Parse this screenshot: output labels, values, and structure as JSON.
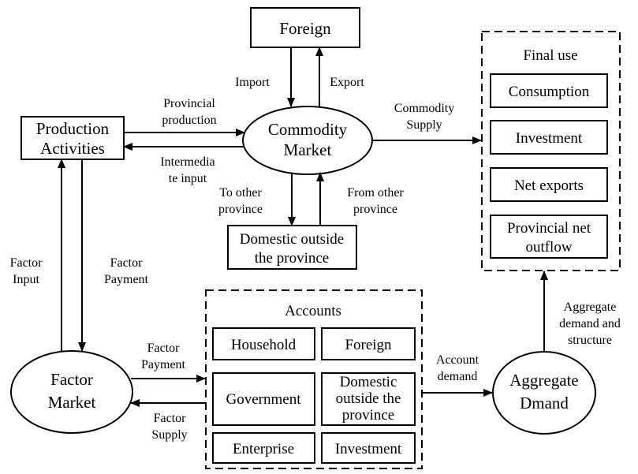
{
  "nodes": {
    "foreign_top": "Foreign",
    "commodity_market": [
      "Commodity",
      "Market"
    ],
    "production_activities": [
      "Production",
      "Activities"
    ],
    "domestic_outside": [
      "Domestic outside",
      "the province"
    ],
    "factor_market": [
      "Factor",
      "Market"
    ],
    "aggregate_demand": [
      "Aggregate",
      "Dmand"
    ],
    "final_use": {
      "title": "Final use",
      "items": [
        "Consumption",
        "Investment",
        "Net exports",
        [
          "Provincial net",
          "outflow"
        ]
      ]
    },
    "accounts": {
      "title": "Accounts",
      "household": "Household",
      "foreign": "Foreign",
      "government": "Government",
      "domestic_outside": [
        "Domestic",
        "outside the",
        "province"
      ],
      "enterprise": "Enterprise",
      "investment": "Investment"
    }
  },
  "flow_labels": {
    "import": "Import",
    "export": "Export",
    "provincial_production": [
      "Provincial",
      "production"
    ],
    "intermediate_input": [
      "Intermedia",
      "te input"
    ],
    "commodity_supply": [
      "Commodity",
      "Supply"
    ],
    "to_other_province": [
      "To other",
      "province"
    ],
    "from_other_province": [
      "From other",
      "province"
    ],
    "factor_input": [
      "Factor",
      "Input"
    ],
    "factor_payment_vertical": [
      "Factor",
      "Payment"
    ],
    "factor_payment_horizontal": [
      "Factor",
      "Payment"
    ],
    "factor_supply": [
      "Factor",
      "Supply"
    ],
    "account_demand": [
      "Account",
      "demand"
    ],
    "aggregate_structure": [
      "Aggregate",
      "demand and",
      "structure"
    ]
  }
}
